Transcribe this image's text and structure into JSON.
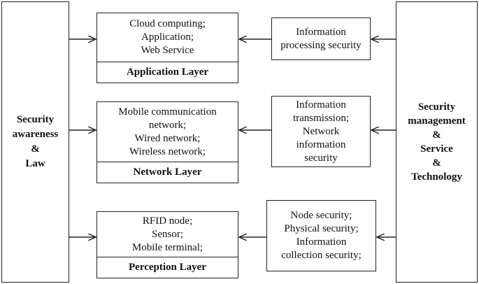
{
  "left_panel": {
    "lines": [
      "Security",
      "awareness",
      "&",
      "Law"
    ]
  },
  "right_panel": {
    "lines": [
      "Security",
      "management",
      "&",
      "Service",
      "&",
      "Technology"
    ]
  },
  "layers": [
    {
      "items": [
        "Cloud computing;",
        "Application;",
        "Web Service"
      ],
      "title": "Application Layer"
    },
    {
      "items": [
        "Mobile communication",
        "network;",
        "Wired network;",
        "Wireless network;"
      ],
      "title": "Network Layer"
    },
    {
      "items": [
        "RFID node;",
        "Sensor;",
        "Mobile terminal;"
      ],
      "title": "Perception Layer"
    }
  ],
  "security_boxes": [
    {
      "lines": [
        "Information",
        "processing security"
      ]
    },
    {
      "lines": [
        "Information",
        "transmission;",
        "Network",
        "information",
        "security"
      ]
    },
    {
      "lines": [
        "Node security;",
        "Physical security;",
        "Information",
        "collection security;"
      ]
    }
  ]
}
